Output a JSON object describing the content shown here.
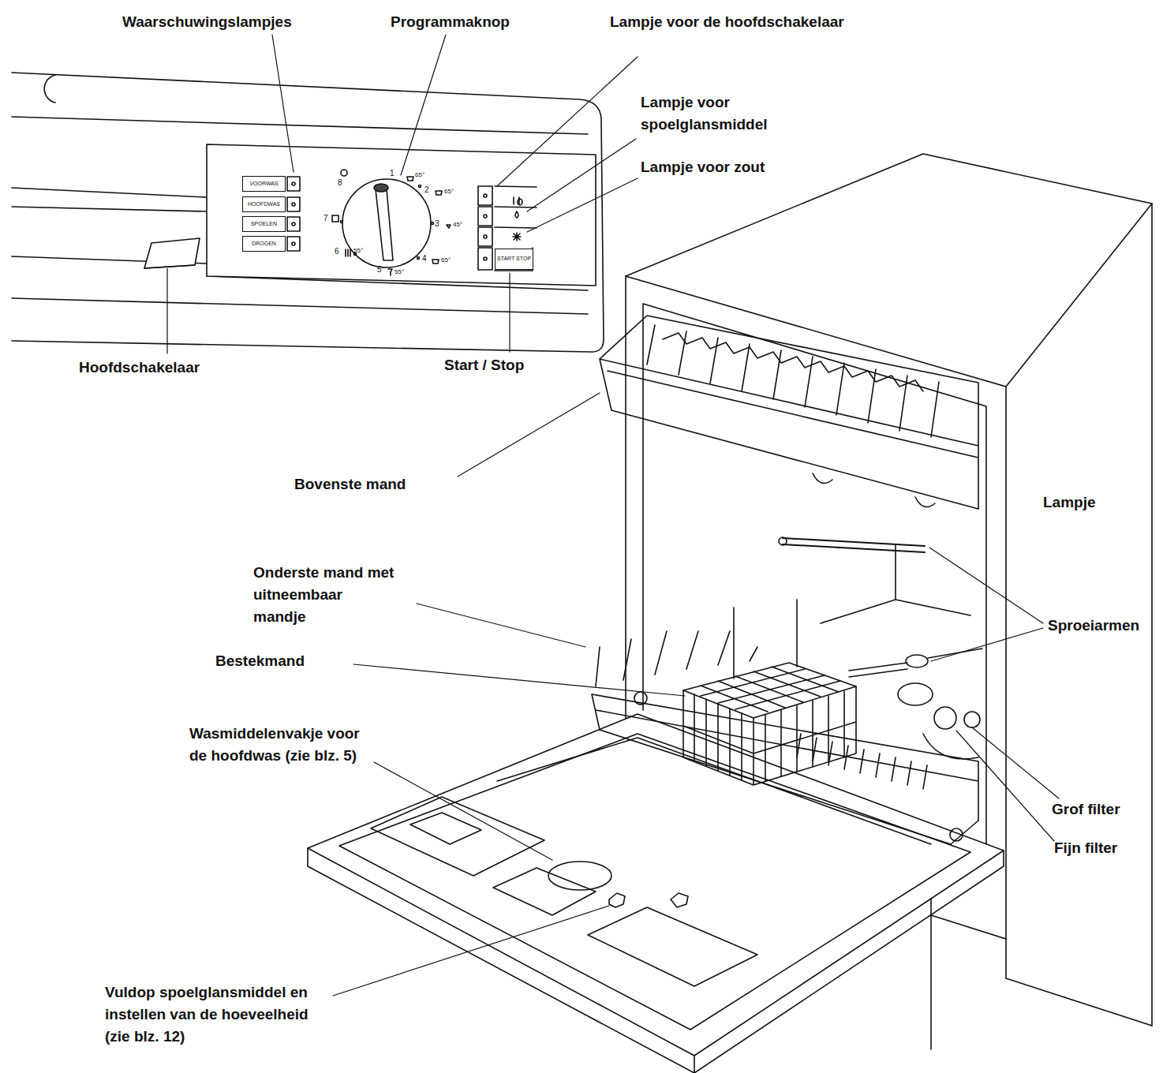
{
  "diagram": {
    "nodes": [
      {
        "text": [
          "VOORWAS"
        ]
      },
      {
        "text": [
          "HOOFDWAS"
        ]
      },
      {
        "text": [
          "SPOELEN"
        ]
      },
      {
        "text": [
          "DROGEN"
        ]
      },
      {
        "text": [
          "START STOP"
        ]
      }
    ],
    "labels": [
      "Waarschuwingslampjes",
      "Programmaknop",
      "Lampje voor de hoofdschakelaar",
      "Lampje voor spoelglansmiddel",
      "Lampje voor zout",
      "1",
      "65°",
      "2",
      "65°",
      "3",
      "45°",
      "4",
      "65°",
      "5",
      "55°",
      "6",
      "55°",
      "7",
      "8",
      "Hoofdschakelaar",
      "Start / Stop",
      "Bovenste mand",
      "Lampje",
      "Onderste mand met uitneembaar mandje",
      "Sproeiarmen",
      "Bestekmand",
      "Wasmiddelenvakje voor de hoofdwas (zie blz. 5)",
      "Grof filter",
      "Fijn filter",
      "Vuldop spoelglansmiddel en instellen van de hoeveelheid (zie blz. 12)"
    ]
  }
}
